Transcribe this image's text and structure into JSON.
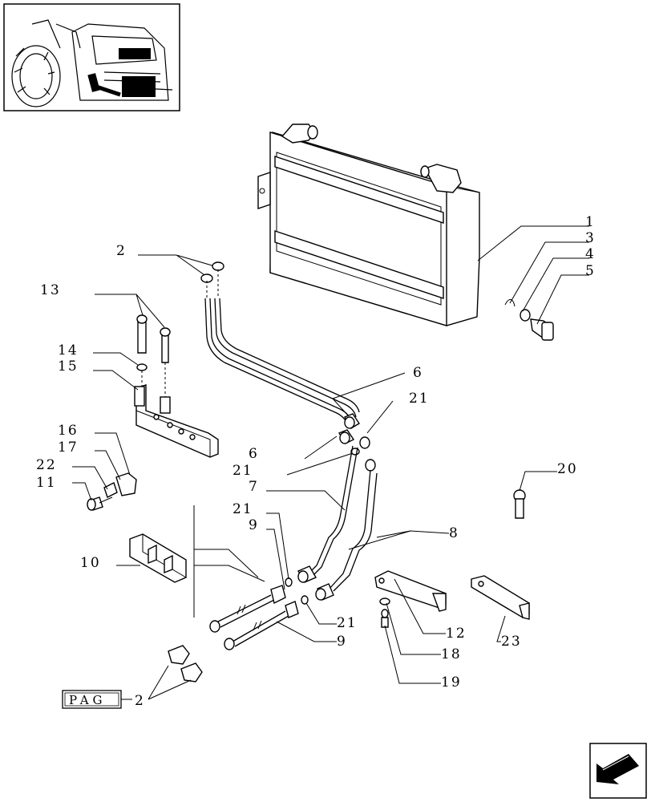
{
  "diagram": {
    "callouts": {
      "c1": "1",
      "c2": "2",
      "c3": "3",
      "c4": "4",
      "c5": "5",
      "c6a": "6",
      "c6b": "6",
      "c7": "7",
      "c8": "8",
      "c9a": "9",
      "c9b": "9",
      "c10": "10",
      "c11": "11",
      "c12": "12",
      "c13": "13",
      "c14": "14",
      "c15": "15",
      "c16": "16",
      "c17": "17",
      "c18": "18",
      "c19": "19",
      "c20": "20",
      "c21a": "21",
      "c21b": "21",
      "c21c": "21",
      "c21d": "21",
      "c22": "22",
      "c23": "23"
    },
    "page_ref": {
      "label": "PAG",
      "number": "2"
    }
  }
}
